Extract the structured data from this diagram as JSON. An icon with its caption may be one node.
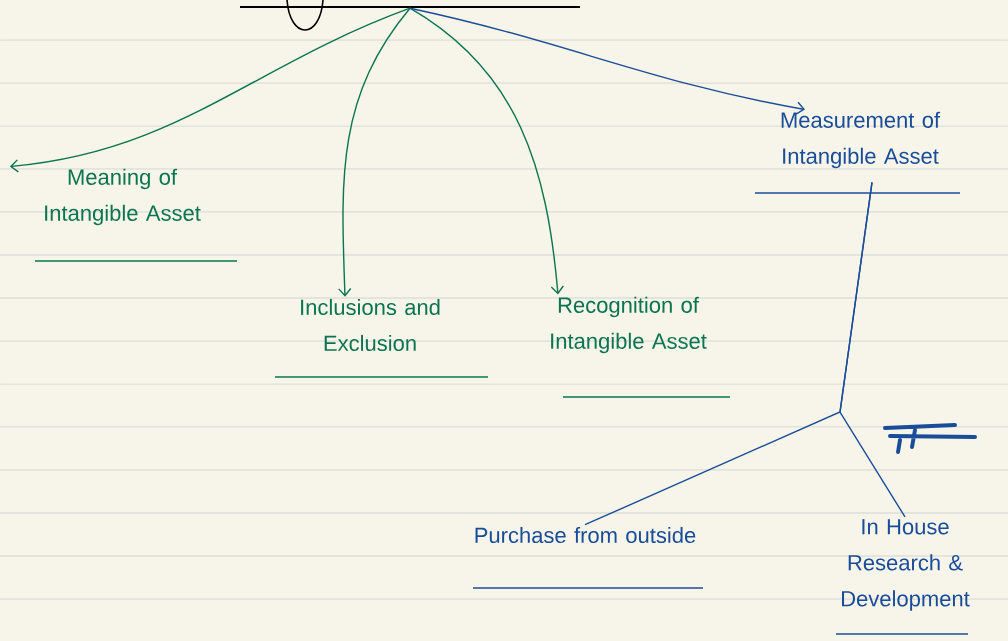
{
  "diagram": {
    "nodes": [
      {
        "text": [],
        "shape": "bar"
      },
      {
        "text": [
          "Meaning of Intangible Asset"
        ]
      },
      {
        "text": [
          "Inclusions and Exclusion"
        ]
      },
      {
        "text": [
          "Recognition of Intangible Asset"
        ]
      },
      {
        "text": [
          "Measurement of Intangible Asset"
        ]
      },
      {
        "text": [
          "Purchase from outside"
        ]
      },
      {
        "text": [
          "In House Research & Development"
        ]
      }
    ],
    "edges": [
      {
        "from": 0,
        "to": 1,
        "arrow": "to",
        "color": "#0b7450"
      },
      {
        "from": 0,
        "to": 2,
        "arrow": "to",
        "color": "#0b7450"
      },
      {
        "from": 0,
        "to": 3,
        "arrow": "to",
        "color": "#0b7450"
      },
      {
        "from": 0,
        "to": 4,
        "arrow": "to",
        "color": "#1a4d99"
      },
      {
        "from": 4,
        "to": 5,
        "arrow": "none",
        "color": "#1a4d99"
      },
      {
        "from": 4,
        "to": 6,
        "arrow": "none",
        "color": "#1a4d99"
      }
    ]
  }
}
